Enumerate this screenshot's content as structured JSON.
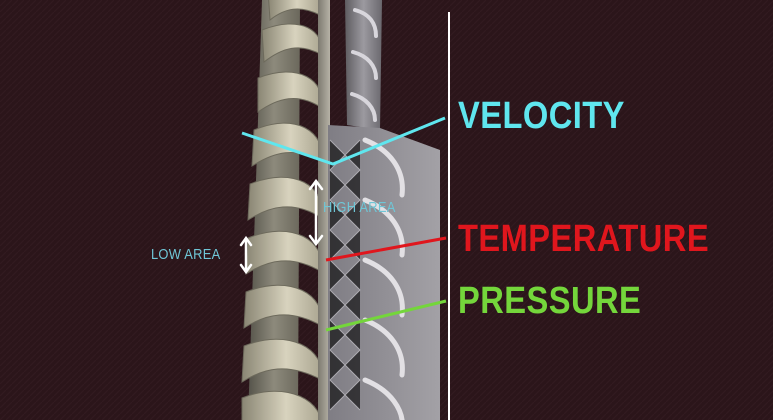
{
  "labels": {
    "velocity": "VELOCITY",
    "temperature": "TEMPERATURE",
    "pressure": "PRESSURE",
    "high_area": "HIGH AREA",
    "low_area": "LOW AREA"
  },
  "colors": {
    "background": "#2a1419",
    "velocity": "#5fe6ee",
    "temperature": "#e0161d",
    "pressure": "#74d63b",
    "area_text": "#6fc6d6",
    "arrows": "#ffffff",
    "blade": "#c9c3ae"
  }
}
